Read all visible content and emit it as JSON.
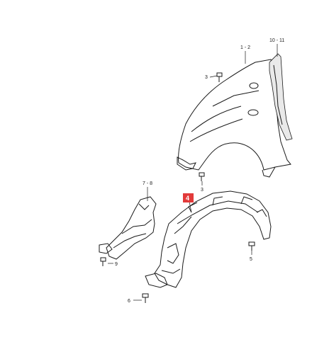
{
  "callouts": {
    "c1": "1 - 2",
    "c2": "10 - 11",
    "c3a": "3",
    "c3b": "3",
    "c4": "4",
    "c5": "5",
    "c6": "6",
    "c78": "7 - 8",
    "c9": "9"
  },
  "highlight_color": "#e23a3a"
}
